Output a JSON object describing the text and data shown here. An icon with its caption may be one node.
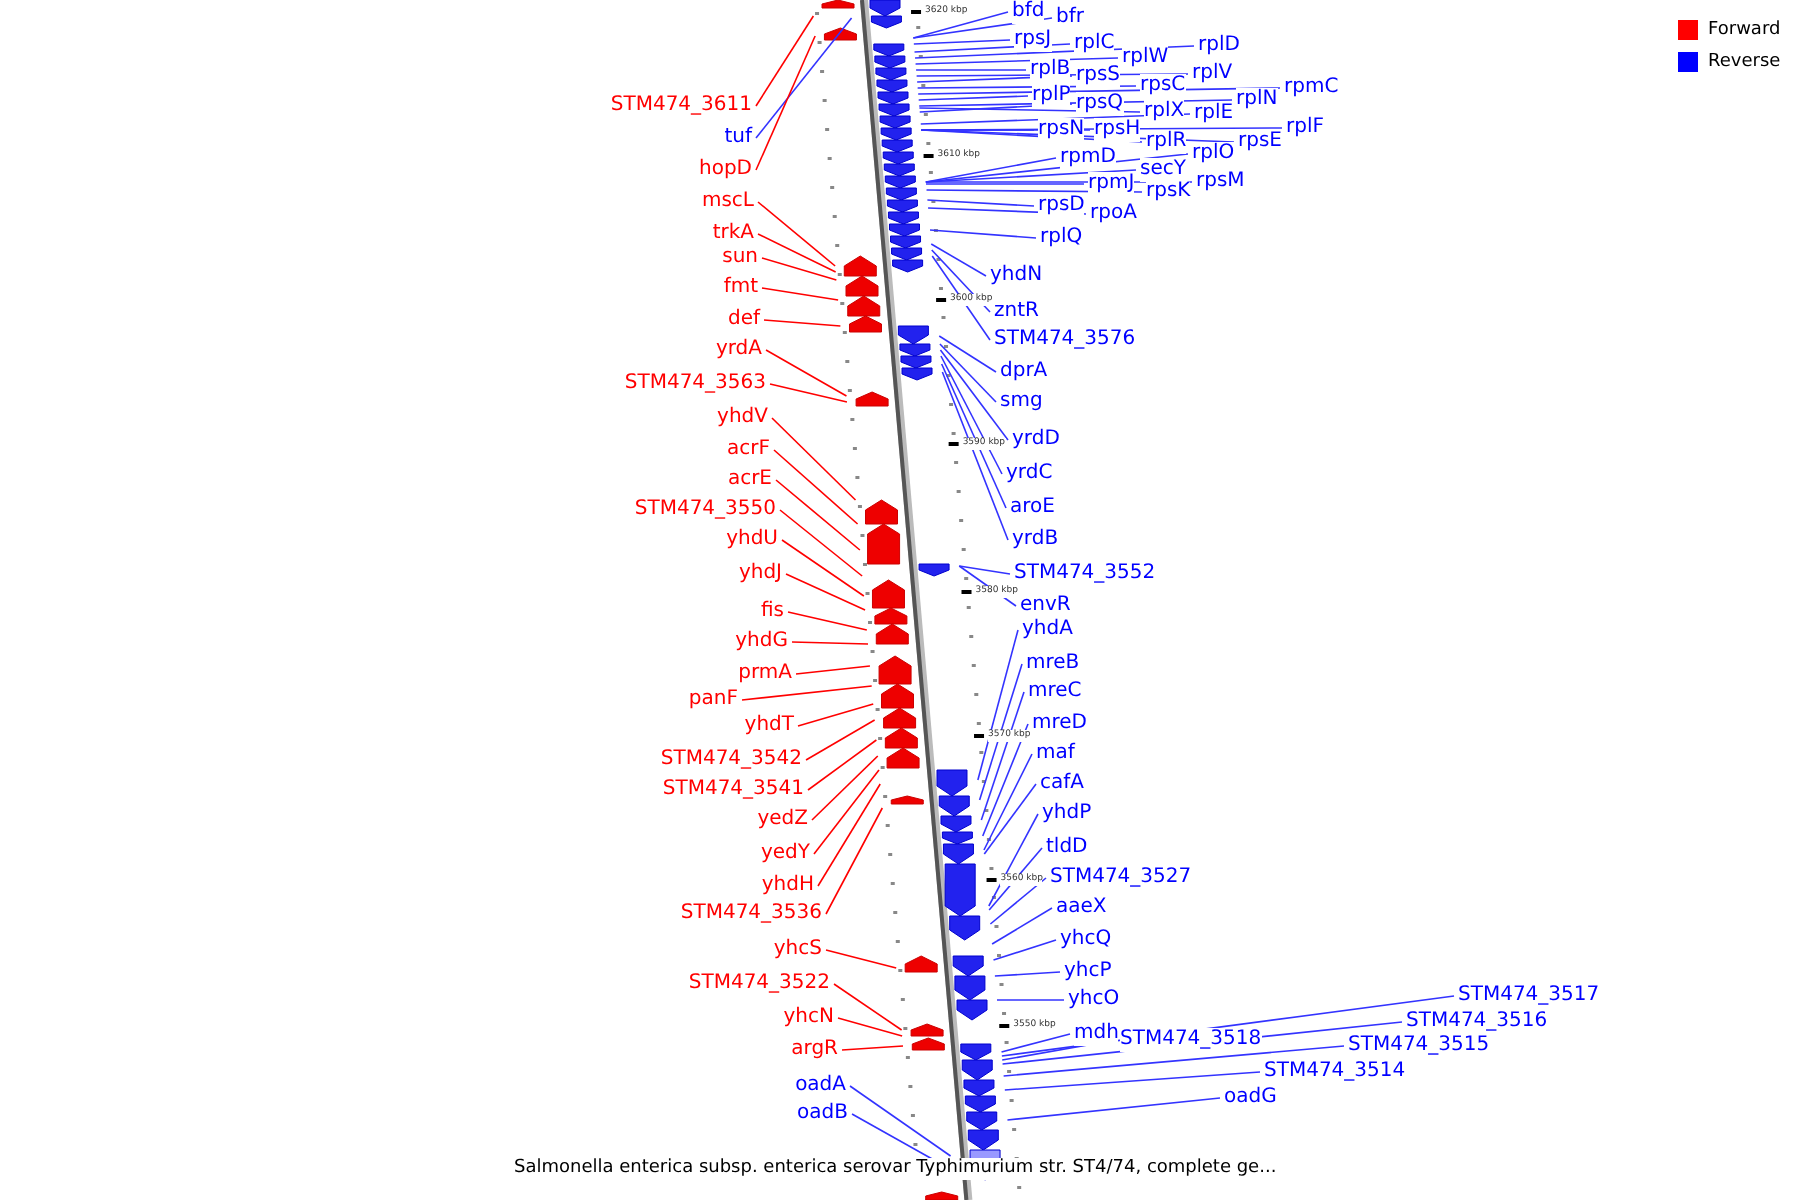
{
  "diagram": {
    "caption": "Salmonella enterica subsp. enterica serovar Typhimurium str. ST4/74, complete ge...",
    "nodes": [
      {
        "text": [
          "bfd"
        ]
      },
      {
        "text": [
          "bfr"
        ]
      },
      {
        "text": [
          "rpsJ"
        ]
      },
      {
        "text": [
          "rplC"
        ]
      },
      {
        "text": [
          "rplD"
        ]
      },
      {
        "text": [
          "rplW"
        ]
      },
      {
        "text": [
          "rplB"
        ]
      },
      {
        "text": [
          "rplV"
        ]
      },
      {
        "text": [
          "rpsS"
        ]
      },
      {
        "text": [
          "rpsC"
        ]
      },
      {
        "text": [
          "rpmC"
        ]
      },
      {
        "text": [
          "rplP"
        ]
      },
      {
        "text": [
          "rplN"
        ]
      },
      {
        "text": [
          "rpsQ"
        ]
      },
      {
        "text": [
          "STM474_3611"
        ]
      },
      {
        "text": [
          "rplX"
        ]
      },
      {
        "text": [
          "rplE"
        ]
      },
      {
        "text": [
          "rplF"
        ]
      },
      {
        "text": [
          "rpsN"
        ]
      },
      {
        "text": [
          "rpsH"
        ]
      },
      {
        "text": [
          "tuf"
        ]
      },
      {
        "text": [
          "rplR"
        ]
      },
      {
        "text": [
          "rpsE"
        ]
      },
      {
        "text": [
          "rplO"
        ]
      },
      {
        "text": [
          "rpmD"
        ]
      },
      {
        "text": [
          "hopD"
        ]
      },
      {
        "text": [
          "secY"
        ]
      },
      {
        "text": [
          "rpsM"
        ]
      },
      {
        "text": [
          "rpmJ"
        ]
      },
      {
        "text": [
          "rpsK"
        ]
      },
      {
        "text": [
          "mscL"
        ]
      },
      {
        "text": [
          "rpsD"
        ]
      },
      {
        "text": [
          "rpoA"
        ]
      },
      {
        "text": [
          "trkA"
        ]
      },
      {
        "text": [
          "rplQ"
        ]
      },
      {
        "text": [
          "sun"
        ]
      },
      {
        "text": [
          "yhdN"
        ]
      },
      {
        "text": [
          "fmt"
        ]
      },
      {
        "text": [
          "zntR"
        ]
      },
      {
        "text": [
          "def"
        ]
      },
      {
        "text": [
          "STM474_3576"
        ]
      },
      {
        "text": [
          "yrdA"
        ]
      },
      {
        "text": [
          "dprA"
        ]
      },
      {
        "text": [
          "STM474_3563"
        ]
      },
      {
        "text": [
          "smg"
        ]
      },
      {
        "text": [
          "yhdV"
        ]
      },
      {
        "text": [
          "yrdD"
        ]
      },
      {
        "text": [
          "acrF"
        ]
      },
      {
        "text": [
          "yrdC"
        ]
      },
      {
        "text": [
          "acrE"
        ]
      },
      {
        "text": [
          "aroE"
        ]
      },
      {
        "text": [
          "STM474_3550"
        ]
      },
      {
        "text": [
          "yhdU"
        ]
      },
      {
        "text": [
          "yrdB"
        ]
      },
      {
        "text": [
          "yhdJ"
        ]
      },
      {
        "text": [
          "STM474_3552"
        ]
      },
      {
        "text": [
          "envR"
        ]
      },
      {
        "text": [
          "fis"
        ]
      },
      {
        "text": [
          "yhdA"
        ]
      },
      {
        "text": [
          "yhdG"
        ]
      },
      {
        "text": [
          "mreB"
        ]
      },
      {
        "text": [
          "prmA"
        ]
      },
      {
        "text": [
          "panF"
        ]
      },
      {
        "text": [
          "mreC"
        ]
      },
      {
        "text": [
          "yhdT"
        ]
      },
      {
        "text": [
          "mreD"
        ]
      },
      {
        "text": [
          "maf"
        ]
      },
      {
        "text": [
          "STM474_3542"
        ]
      },
      {
        "text": [
          "cafA"
        ]
      },
      {
        "text": [
          "STM474_3541"
        ]
      },
      {
        "text": [
          "yhdP"
        ]
      },
      {
        "text": [
          "yedZ"
        ]
      },
      {
        "text": [
          "tldD"
        ]
      },
      {
        "text": [
          "yedY"
        ]
      },
      {
        "text": [
          "STM474_3527"
        ]
      },
      {
        "text": [
          "yhdH"
        ]
      },
      {
        "text": [
          "aaeX"
        ]
      },
      {
        "text": [
          "STM474_3536"
        ]
      },
      {
        "text": [
          "yhcQ"
        ]
      },
      {
        "text": [
          "yhcS"
        ]
      },
      {
        "text": [
          "yhcP"
        ]
      },
      {
        "text": [
          "STM474_3522"
        ]
      },
      {
        "text": [
          "STM474_3517"
        ]
      },
      {
        "text": [
          "yhcO"
        ]
      },
      {
        "text": [
          "yhcN"
        ]
      },
      {
        "text": [
          "STM474_3516"
        ]
      },
      {
        "text": [
          "mdh"
        ]
      },
      {
        "text": [
          "STM474_3518"
        ]
      },
      {
        "text": [
          "STM474_3515"
        ]
      },
      {
        "text": [
          "argR"
        ]
      },
      {
        "text": [
          "STM474_3514"
        ]
      },
      {
        "text": [
          "oadA"
        ]
      },
      {
        "text": [
          "oadG"
        ]
      },
      {
        "text": [
          "oadB"
        ]
      }
    ],
    "edges": [
      {
        "from": 0,
        "to": null,
        "arrow": "none"
      },
      {
        "from": 1,
        "to": null,
        "arrow": "none"
      },
      {
        "from": 2,
        "to": null,
        "arrow": "none"
      },
      {
        "from": 3,
        "to": null,
        "arrow": "none"
      },
      {
        "from": 4,
        "to": null,
        "arrow": "none"
      },
      {
        "from": 5,
        "to": null,
        "arrow": "none"
      },
      {
        "from": 6,
        "to": null,
        "arrow": "none"
      },
      {
        "from": 7,
        "to": null,
        "arrow": "none"
      },
      {
        "from": 8,
        "to": null,
        "arrow": "none"
      },
      {
        "from": 9,
        "to": null,
        "arrow": "none"
      },
      {
        "from": 10,
        "to": null,
        "arrow": "none"
      },
      {
        "from": 11,
        "to": null,
        "arrow": "none"
      },
      {
        "from": 12,
        "to": null,
        "arrow": "none"
      },
      {
        "from": 13,
        "to": null,
        "arrow": "none"
      },
      {
        "from": 14,
        "to": null,
        "arrow": "none",
        "color": "#ff0000"
      },
      {
        "from": 15,
        "to": null,
        "arrow": "none"
      },
      {
        "from": 16,
        "to": null,
        "arrow": "none"
      },
      {
        "from": 17,
        "to": null,
        "arrow": "none"
      },
      {
        "from": 18,
        "to": null,
        "arrow": "none"
      },
      {
        "from": 19,
        "to": null,
        "arrow": "none"
      },
      {
        "from": 20,
        "to": null,
        "arrow": "none"
      },
      {
        "from": 21,
        "to": null,
        "arrow": "none"
      },
      {
        "from": 22,
        "to": null,
        "arrow": "none"
      },
      {
        "from": 23,
        "to": null,
        "arrow": "none"
      },
      {
        "from": 24,
        "to": null,
        "arrow": "none"
      },
      {
        "from": 25,
        "to": null,
        "arrow": "none",
        "color": "#ff0000"
      },
      {
        "from": 26,
        "to": null,
        "arrow": "none"
      },
      {
        "from": 27,
        "to": null,
        "arrow": "none"
      },
      {
        "from": 28,
        "to": null,
        "arrow": "none"
      },
      {
        "from": 29,
        "to": null,
        "arrow": "none"
      },
      {
        "from": 30,
        "to": null,
        "arrow": "none",
        "color": "#ff0000"
      },
      {
        "from": 31,
        "to": null,
        "arrow": "none"
      },
      {
        "from": 32,
        "to": null,
        "arrow": "none"
      },
      {
        "from": 33,
        "to": null,
        "arrow": "none",
        "color": "#ff0000"
      },
      {
        "from": 34,
        "to": null,
        "arrow": "none"
      },
      {
        "from": 35,
        "to": null,
        "arrow": "none",
        "color": "#ff0000"
      },
      {
        "from": 36,
        "to": null,
        "arrow": "none"
      },
      {
        "from": 37,
        "to": null,
        "arrow": "none",
        "color": "#ff0000"
      },
      {
        "from": 38,
        "to": null,
        "arrow": "none"
      },
      {
        "from": 39,
        "to": null,
        "arrow": "none",
        "color": "#ff0000"
      },
      {
        "from": 40,
        "to": null,
        "arrow": "none"
      },
      {
        "from": 41,
        "to": null,
        "arrow": "none",
        "color": "#ff0000"
      },
      {
        "from": 42,
        "to": null,
        "arrow": "none"
      },
      {
        "from": 43,
        "to": null,
        "arrow": "none",
        "color": "#ff0000"
      },
      {
        "from": 44,
        "to": null,
        "arrow": "none"
      },
      {
        "from": 45,
        "to": null,
        "arrow": "none",
        "color": "#ff0000"
      },
      {
        "from": 46,
        "to": null,
        "arrow": "none"
      },
      {
        "from": 47,
        "to": null,
        "arrow": "none",
        "color": "#ff0000"
      },
      {
        "from": 48,
        "to": null,
        "arrow": "none"
      },
      {
        "from": 49,
        "to": null,
        "arrow": "none",
        "color": "#ff0000"
      },
      {
        "from": 50,
        "to": null,
        "arrow": "none"
      },
      {
        "from": 51,
        "to": null,
        "arrow": "none",
        "color": "#ff0000"
      },
      {
        "from": 52,
        "to": null,
        "arrow": "none",
        "color": "#ff0000"
      },
      {
        "from": 53,
        "to": null,
        "arrow": "none"
      },
      {
        "from": 54,
        "to": null,
        "arrow": "none",
        "color": "#ff0000"
      },
      {
        "from": 55,
        "to": null,
        "arrow": "none"
      },
      {
        "from": 56,
        "to": null,
        "arrow": "none"
      },
      {
        "from": 57,
        "to": null,
        "arrow": "none",
        "color": "#ff0000"
      },
      {
        "from": 58,
        "to": null,
        "arrow": "none"
      },
      {
        "from": 59,
        "to": null,
        "arrow": "none",
        "color": "#ff0000"
      },
      {
        "from": 60,
        "to": null,
        "arrow": "none"
      },
      {
        "from": 61,
        "to": null,
        "arrow": "none",
        "color": "#ff0000"
      },
      {
        "from": 62,
        "to": null,
        "arrow": "none",
        "color": "#ff0000"
      },
      {
        "from": 63,
        "to": null,
        "arrow": "none"
      },
      {
        "from": 64,
        "to": null,
        "arrow": "none",
        "color": "#ff0000"
      },
      {
        "from": 65,
        "to": null,
        "arrow": "none"
      },
      {
        "from": 66,
        "to": null,
        "arrow": "none"
      },
      {
        "from": 67,
        "to": null,
        "arrow": "none",
        "color": "#ff0000"
      },
      {
        "from": 68,
        "to": null,
        "arrow": "none"
      },
      {
        "from": 69,
        "to": null,
        "arrow": "none",
        "color": "#ff0000"
      },
      {
        "from": 70,
        "to": null,
        "arrow": "none"
      },
      {
        "from": 71,
        "to": null,
        "arrow": "none",
        "color": "#ff0000"
      },
      {
        "from": 72,
        "to": null,
        "arrow": "none"
      },
      {
        "from": 73,
        "to": null,
        "arrow": "none",
        "color": "#ff0000"
      },
      {
        "from": 74,
        "to": null,
        "arrow": "none"
      },
      {
        "from": 75,
        "to": null,
        "arrow": "none",
        "color": "#ff0000"
      },
      {
        "from": 76,
        "to": null,
        "arrow": "none"
      },
      {
        "from": 77,
        "to": null,
        "arrow": "none",
        "color": "#ff0000"
      },
      {
        "from": 78,
        "to": null,
        "arrow": "none"
      },
      {
        "from": 79,
        "to": null,
        "arrow": "none",
        "color": "#ff0000"
      },
      {
        "from": 80,
        "to": null,
        "arrow": "none"
      },
      {
        "from": 81,
        "to": null,
        "arrow": "none",
        "color": "#ff0000"
      },
      {
        "from": 82,
        "to": null,
        "arrow": "none"
      },
      {
        "from": 83,
        "to": null,
        "arrow": "none"
      },
      {
        "from": 84,
        "to": null,
        "arrow": "none",
        "color": "#ff0000"
      },
      {
        "from": 85,
        "to": null,
        "arrow": "none"
      },
      {
        "from": 86,
        "to": null,
        "arrow": "none"
      },
      {
        "from": 87,
        "to": null,
        "arrow": "none"
      },
      {
        "from": 88,
        "to": null,
        "arrow": "none"
      },
      {
        "from": 89,
        "to": null,
        "arrow": "none",
        "color": "#ff0000"
      },
      {
        "from": 90,
        "to": null,
        "arrow": "none"
      },
      {
        "from": 91,
        "to": null,
        "arrow": "none"
      },
      {
        "from": 92,
        "to": null,
        "arrow": "none"
      },
      {
        "from": 93,
        "to": null,
        "arrow": "none"
      }
    ],
    "labels": [
      "3620 kbp",
      "3610 kbp",
      "3600 kbp",
      "3590 kbp",
      "3580 kbp",
      "3570 kbp",
      "3560 kbp",
      "3550 kbp"
    ],
    "legend": [
      {
        "text": "Forward",
        "color": "#ff0000"
      },
      {
        "text": "Reverse",
        "color": "#0000ff"
      }
    ]
  }
}
